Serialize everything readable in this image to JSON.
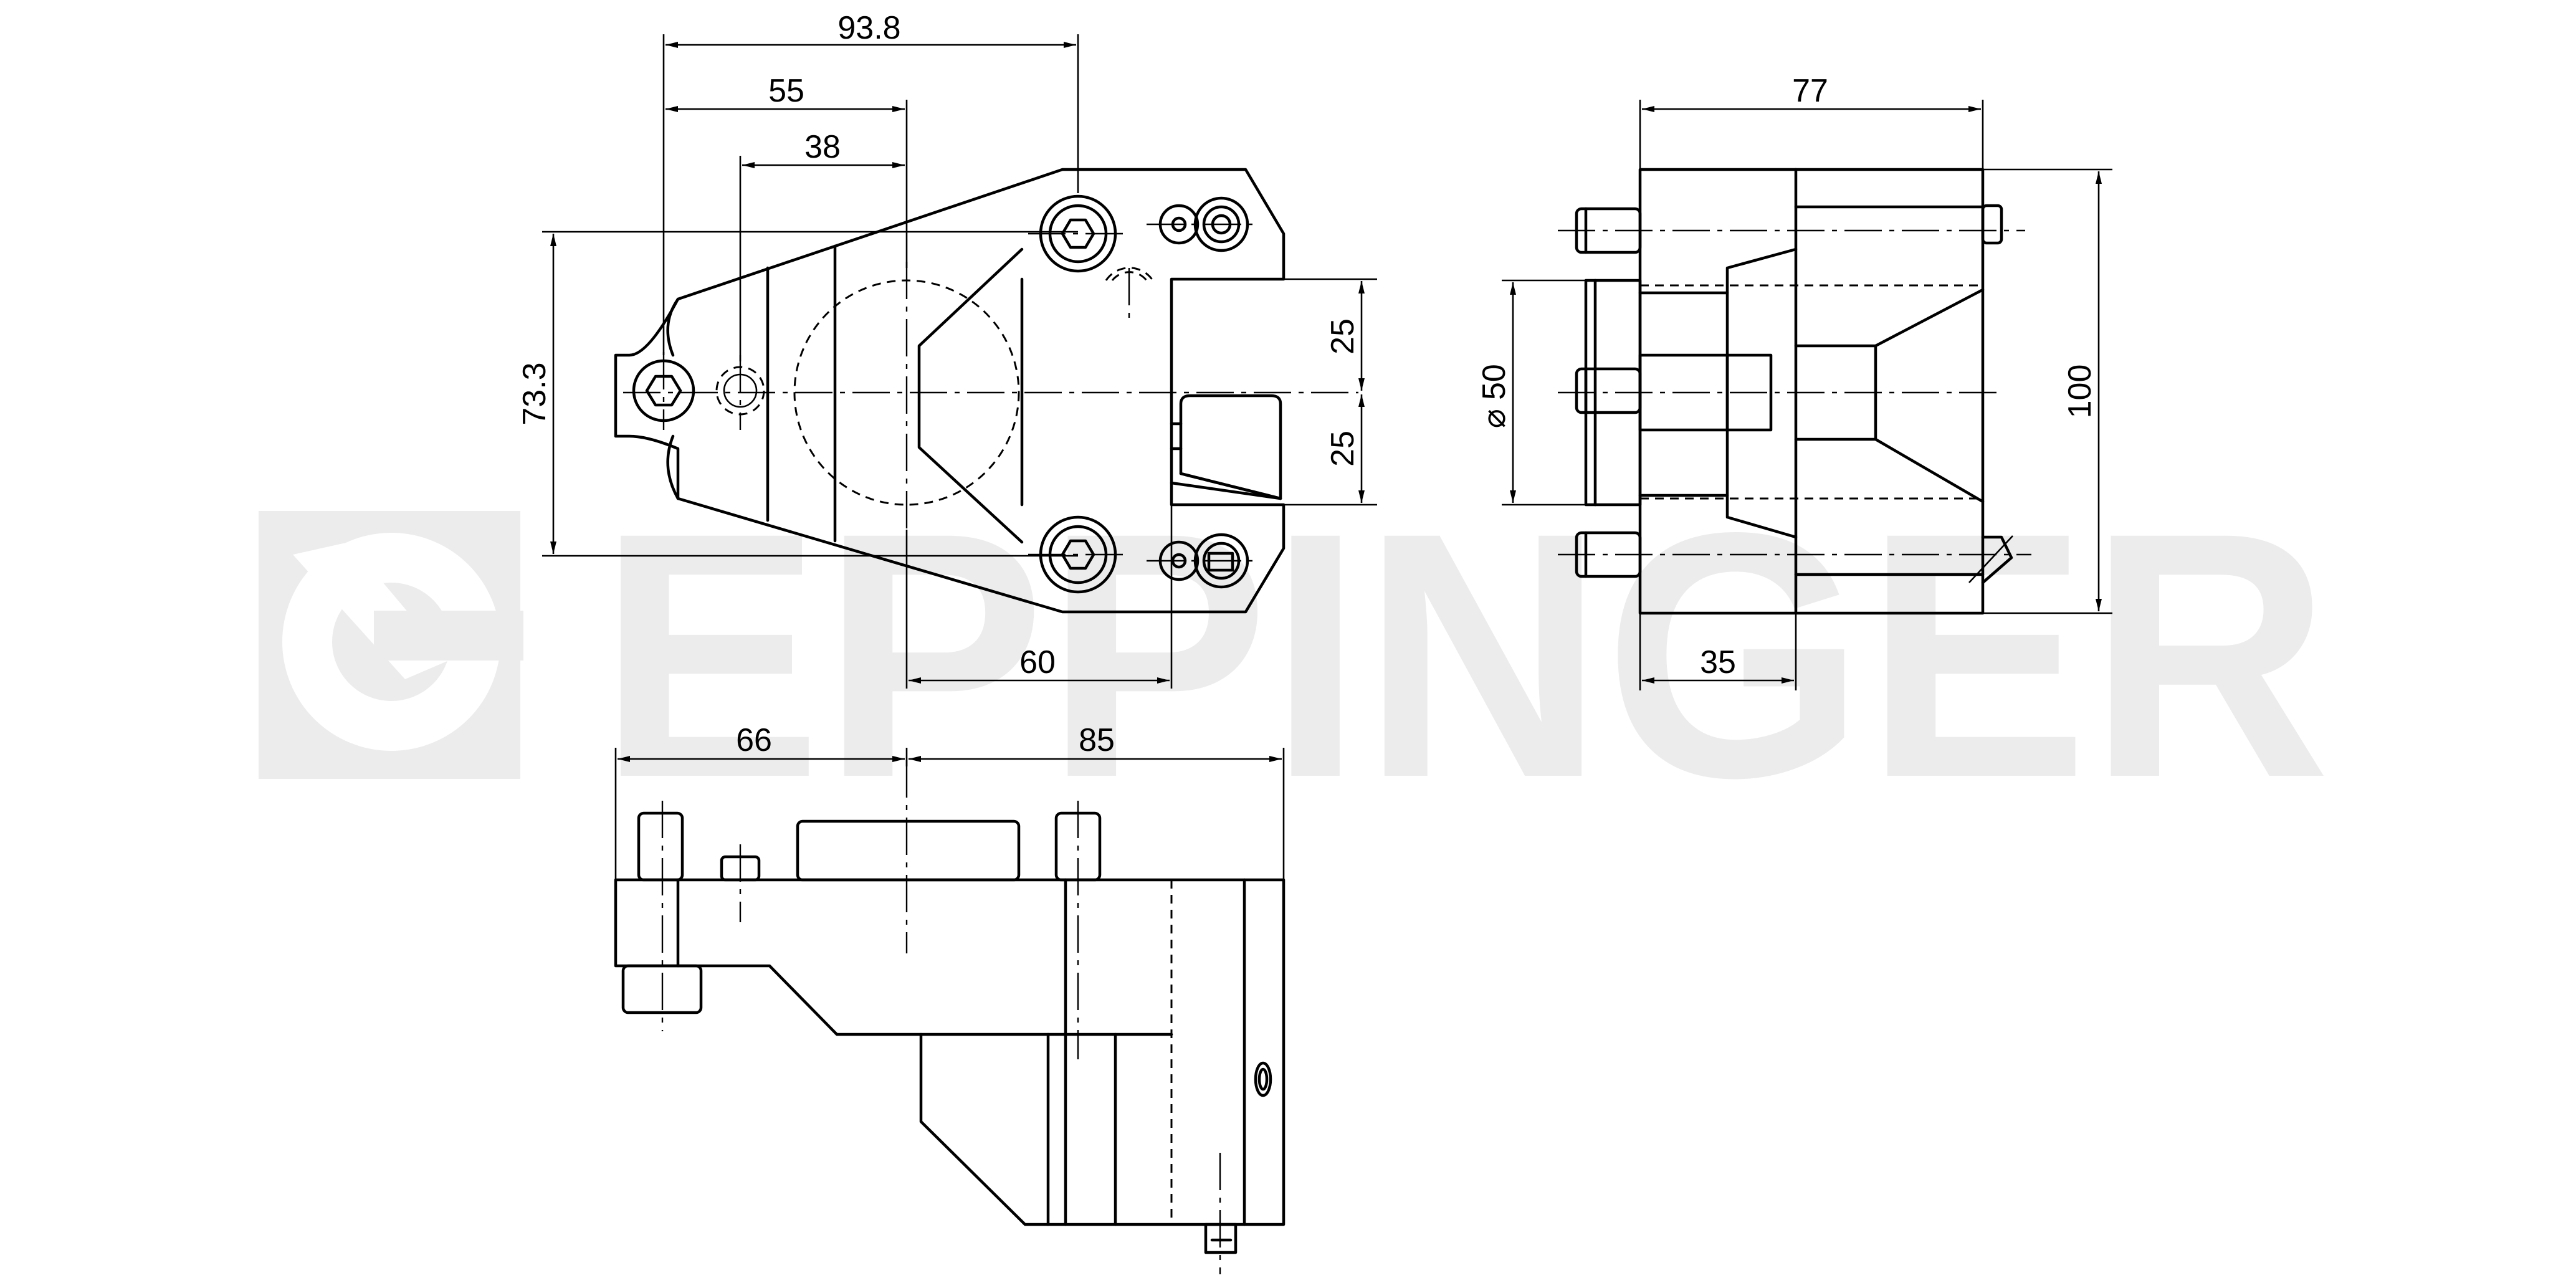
{
  "watermark": {
    "text": "EPPINGER",
    "color": "#ececec"
  },
  "dimensions": {
    "top_width": "93.8",
    "top_offset": "55",
    "top_inner": "38",
    "height_left": "73.3",
    "right_upper": "25",
    "right_lower": "25",
    "bottom_width": "60",
    "side_width": "77",
    "side_height": "100",
    "side_depth": "35",
    "side_diameter": "50",
    "front_left": "66",
    "front_right": "85"
  },
  "symbols": {
    "diameter": "⌀"
  },
  "colors": {
    "line": "#000000",
    "background": "#ffffff"
  }
}
